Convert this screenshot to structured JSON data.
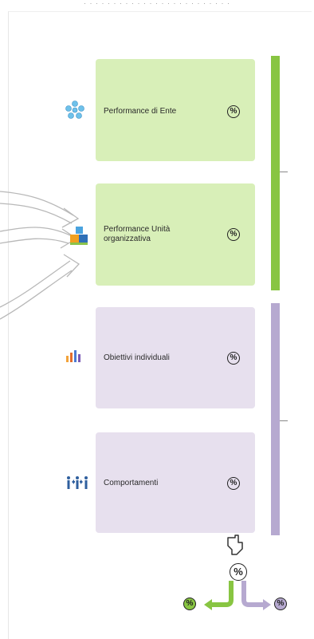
{
  "header": {
    "text": "· · · · · · · · · · · · · · · · · · · · · · · · ·"
  },
  "boxes": [
    {
      "label": "Performance di Ente",
      "pct": "%",
      "group": "green"
    },
    {
      "label_line1": "Performance Unità",
      "label_line2": "organizzativa",
      "pct": "%",
      "group": "green"
    },
    {
      "label": "Obiettivi individuali",
      "pct": "%",
      "group": "purple"
    },
    {
      "label": "Comportamenti",
      "pct": "%",
      "group": "purple"
    }
  ],
  "flow": {
    "center_pct": "%",
    "left_pct": "%",
    "right_pct": "%"
  },
  "icons": [
    "network-icon",
    "blocks-icon",
    "bar-chart-icon",
    "people-icon",
    "hand-pointer-icon"
  ],
  "colors": {
    "green_box": "#d8efb8",
    "green_bar": "#88c542",
    "purple_box": "#e7e0ee",
    "purple_bar": "#b6a9d0"
  }
}
